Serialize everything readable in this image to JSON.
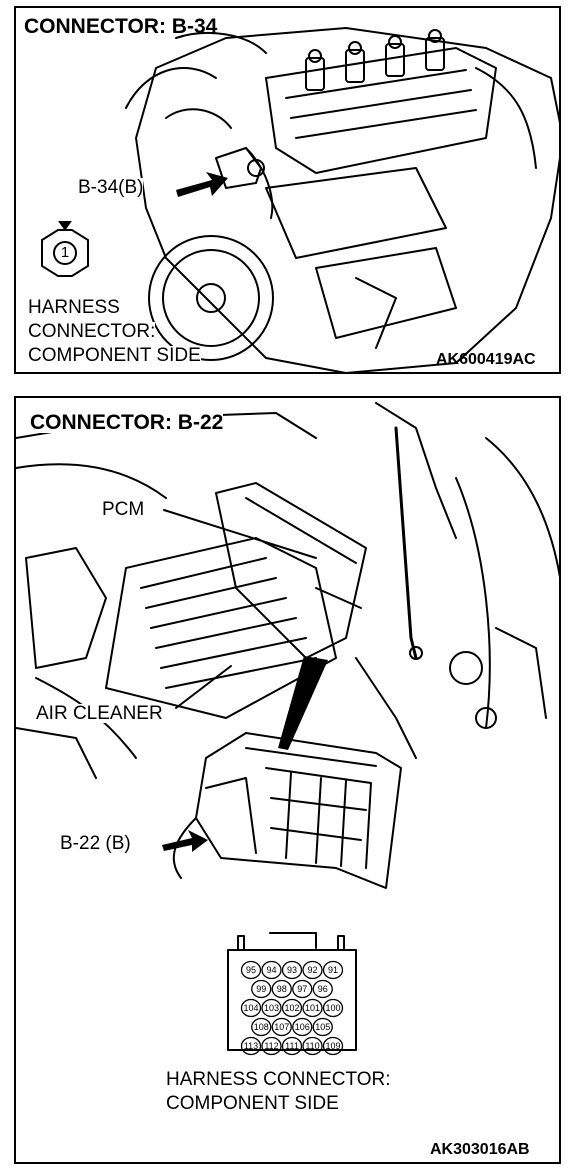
{
  "panel1": {
    "title": "CONNECTOR: B-34",
    "connector_callout": "B-34(B)",
    "pin_number": "1",
    "harness_lines": [
      "HARNESS",
      "CONNECTOR:",
      "COMPONENT SIDE"
    ],
    "figure_code": "AK600419AC"
  },
  "panel2": {
    "title": "CONNECTOR: B-22",
    "pcm_label": "PCM",
    "air_cleaner_label": "AIR CLEANER",
    "connector_callout": "B-22 (B)",
    "pin_rows": [
      [
        "95",
        "94",
        "93",
        "92",
        "91"
      ],
      [
        "99",
        "98",
        "97",
        "96"
      ],
      [
        "104",
        "103",
        "102",
        "101",
        "100"
      ],
      [
        "108",
        "107",
        "106",
        "105"
      ],
      [
        "113",
        "112",
        "111",
        "110",
        "109"
      ]
    ],
    "harness_lines": [
      "HARNESS CONNECTOR:",
      "COMPONENT SIDE"
    ],
    "figure_code": "AK303016AB"
  }
}
